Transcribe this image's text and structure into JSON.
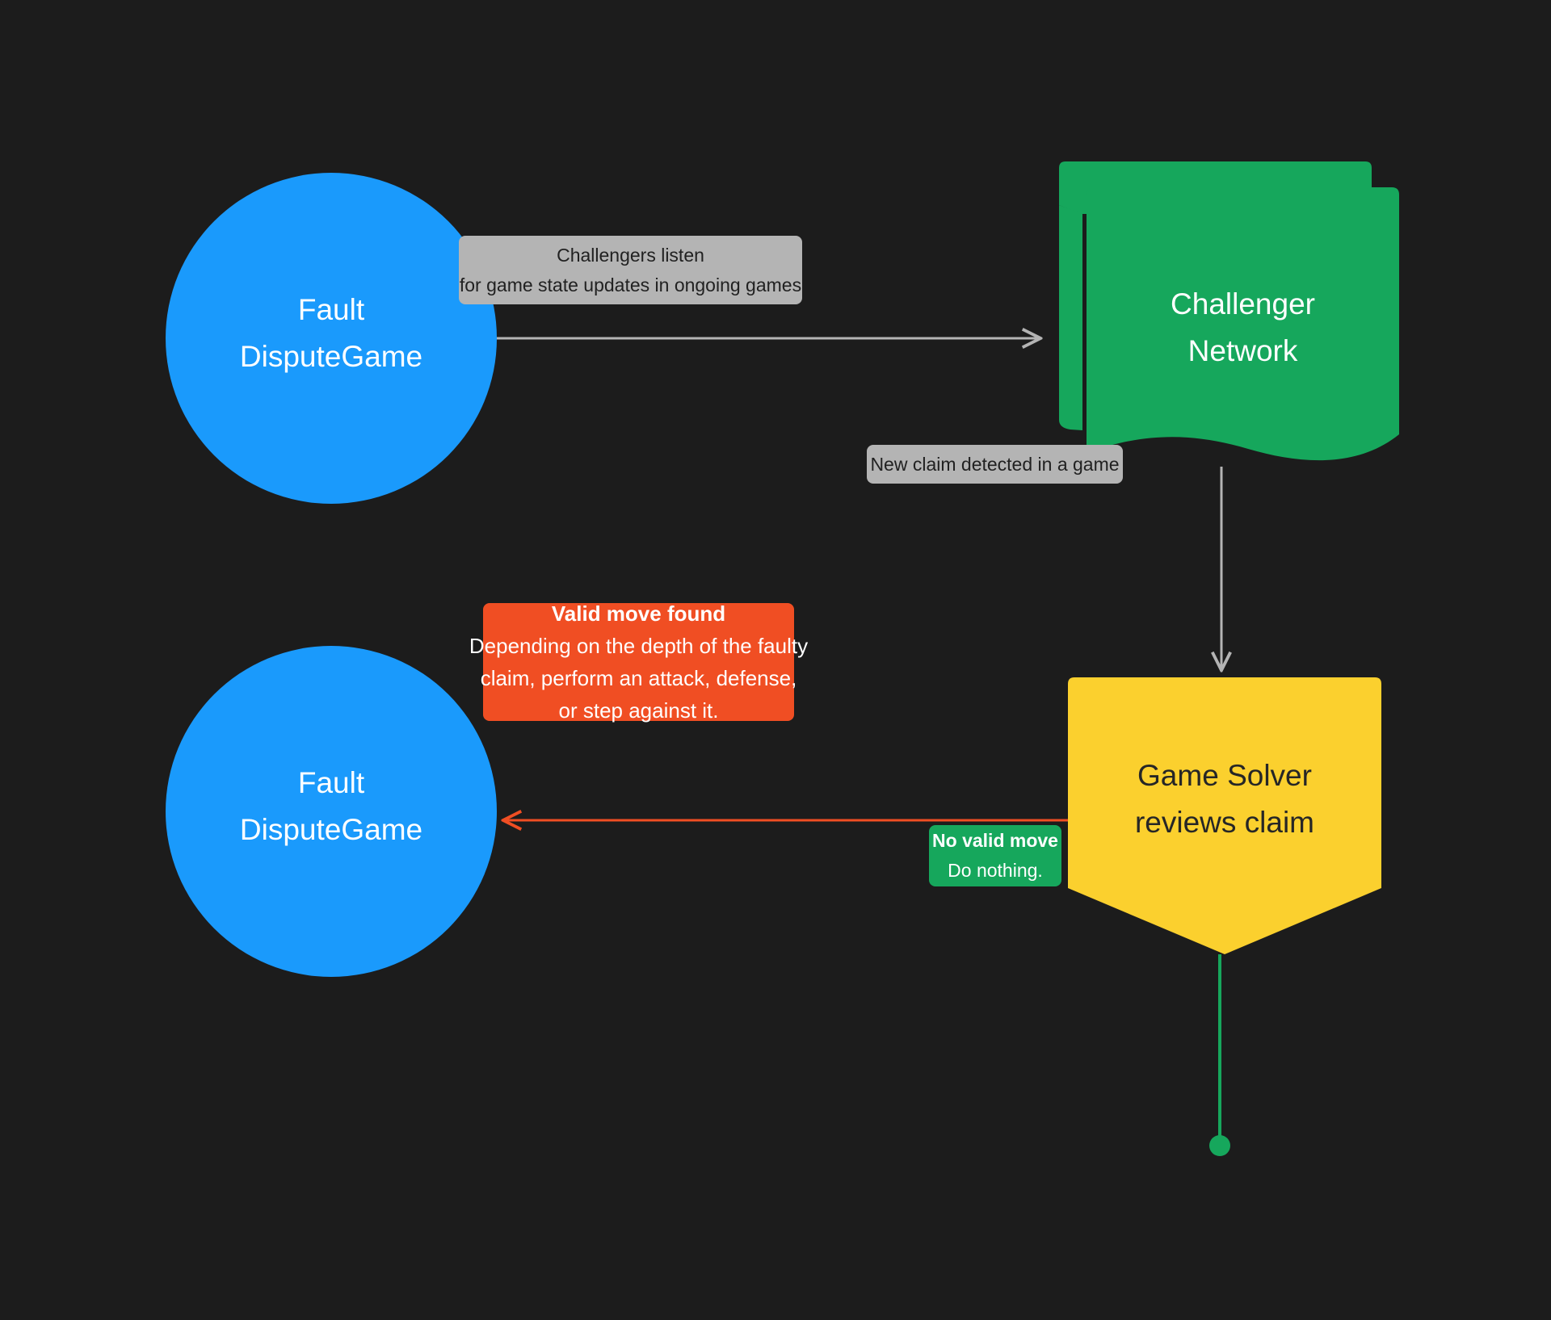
{
  "diagram": {
    "title": "Fault Dispute Game challenger flow",
    "background_color": "#1c1c1c",
    "nodes": [
      {
        "id": "fault-dispute-game-top",
        "shape": "circle",
        "color": "#1a9afc",
        "text_color": "#ffffff",
        "line1": "Fault",
        "line2": "DisputeGame"
      },
      {
        "id": "challenger-network",
        "shape": "multi-document",
        "color": "#16a75c",
        "text_color": "#ffffff",
        "line1": "Challenger",
        "line2": "Network"
      },
      {
        "id": "fault-dispute-game-bottom",
        "shape": "circle",
        "color": "#1a9afc",
        "text_color": "#ffffff",
        "line1": "Fault",
        "line2": "DisputeGame"
      },
      {
        "id": "game-solver",
        "shape": "pentagon-down",
        "color": "#fbd02e",
        "text_color": "#262626",
        "line1": "Game Solver",
        "line2": "reviews claim"
      }
    ],
    "edges": [
      {
        "id": "edge-challengers-listen",
        "from": "fault-dispute-game-top",
        "to": "challenger-network",
        "direction": "right",
        "color": "#b4b4b4",
        "label_bg": "#b4b4b4",
        "label_color": "#212121",
        "lines": [
          {
            "text": "Challengers listen",
            "bold": false
          },
          {
            "text": "for game state updates in ongoing games",
            "bold": false
          }
        ]
      },
      {
        "id": "edge-new-claim",
        "from": "challenger-network",
        "to": "game-solver",
        "direction": "down",
        "color": "#b4b4b4",
        "label_bg": "#b4b4b4",
        "label_color": "#212121",
        "lines": [
          {
            "text": "New claim detected in a game",
            "bold": false
          }
        ]
      },
      {
        "id": "edge-valid-move",
        "from": "game-solver",
        "to": "fault-dispute-game-bottom",
        "direction": "left",
        "color": "#f04e23",
        "label_bg": "#f04e23",
        "label_color": "#ffffff",
        "lines": [
          {
            "text": "Valid move found",
            "bold": true
          },
          {
            "text": "Depending on the depth of the faulty",
            "bold": false
          },
          {
            "text": "claim, perform an attack, defense,",
            "bold": false
          },
          {
            "text": "or step against it.",
            "bold": false
          }
        ]
      },
      {
        "id": "edge-no-valid-move",
        "from": "game-solver",
        "to": "terminator-dot",
        "direction": "down",
        "color": "#16a75c",
        "label_bg": "#16a75c",
        "label_color": "#ffffff",
        "lines": [
          {
            "text": "No valid move",
            "bold": true
          },
          {
            "text": "Do nothing.",
            "bold": false
          }
        ]
      }
    ],
    "terminator": {
      "id": "terminator-dot",
      "shape": "dot",
      "color": "#16a75c"
    }
  }
}
